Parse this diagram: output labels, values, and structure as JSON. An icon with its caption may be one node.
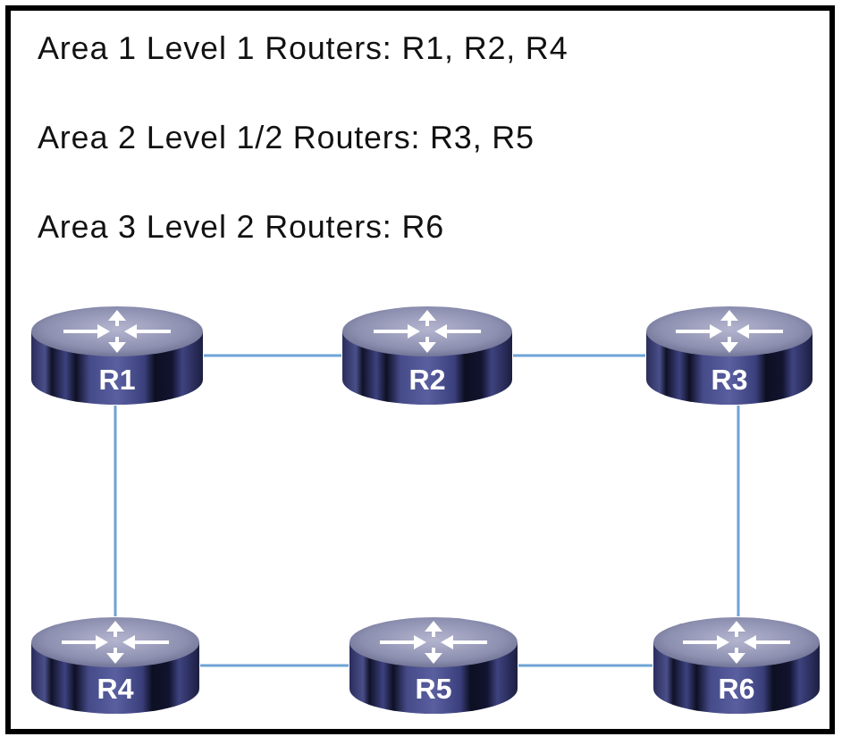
{
  "diagram": {
    "nodes": [
      {
        "text": [
          "R1"
        ]
      },
      {
        "text": [
          "R2"
        ]
      },
      {
        "text": [
          "R3"
        ]
      },
      {
        "text": [
          "R4"
        ]
      },
      {
        "text": [
          "R5"
        ]
      },
      {
        "text": [
          "R6"
        ]
      }
    ],
    "edges": [
      {
        "from": 0,
        "to": 1,
        "arrow": "none"
      },
      {
        "from": 1,
        "to": 2,
        "arrow": "none"
      },
      {
        "from": 0,
        "to": 3,
        "arrow": "none"
      },
      {
        "from": 2,
        "to": 5,
        "arrow": "none"
      },
      {
        "from": 3,
        "to": 4,
        "arrow": "none"
      },
      {
        "from": 4,
        "to": 5,
        "arrow": "none"
      }
    ],
    "labels": [
      "Area 1 Level 1 Routers: R1, R2, R4",
      "Area 2 Level 1/2 Routers: R3, R5",
      "Area 3 Level 2 Routers: R6"
    ]
  }
}
